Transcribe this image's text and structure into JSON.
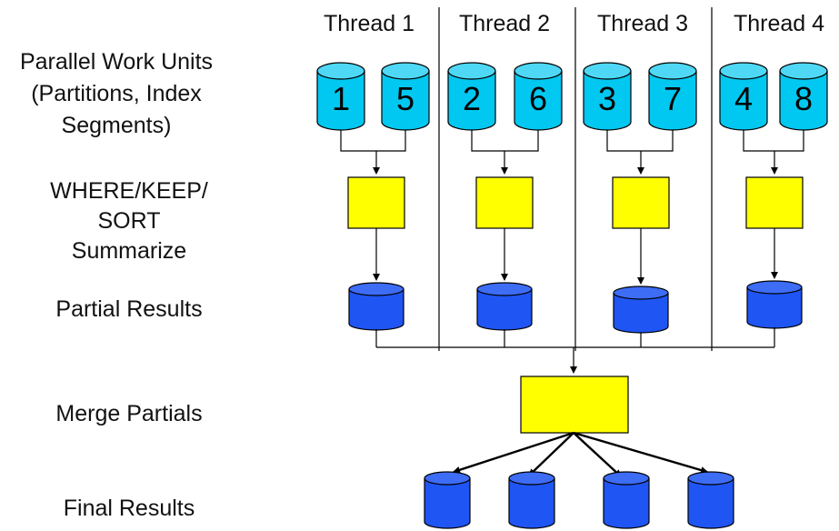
{
  "threads": [
    {
      "label": "Thread 1",
      "units": [
        "1",
        "5"
      ]
    },
    {
      "label": "Thread 2",
      "units": [
        "2",
        "6"
      ]
    },
    {
      "label": "Thread 3",
      "units": [
        "3",
        "7"
      ]
    },
    {
      "label": "Thread 4",
      "units": [
        "4",
        "8"
      ]
    }
  ],
  "row_labels": {
    "work_units": [
      "Parallel Work Units",
      "(Partitions, Index",
      "Segments)"
    ],
    "where_keep": [
      "WHERE/KEEP/",
      "SORT",
      "Summarize"
    ],
    "partial_results": [
      "Partial Results"
    ],
    "merge_partials": [
      "Merge Partials"
    ],
    "final_results": [
      "Final Results"
    ]
  },
  "colors": {
    "work_unit_fill": "#00c8f0",
    "work_unit_top": "#4fd8f5",
    "process_fill": "#ffff00",
    "result_fill": "#1f55f2",
    "result_top": "#3d6cf5",
    "line": "#000000"
  },
  "final_results_count": 4
}
